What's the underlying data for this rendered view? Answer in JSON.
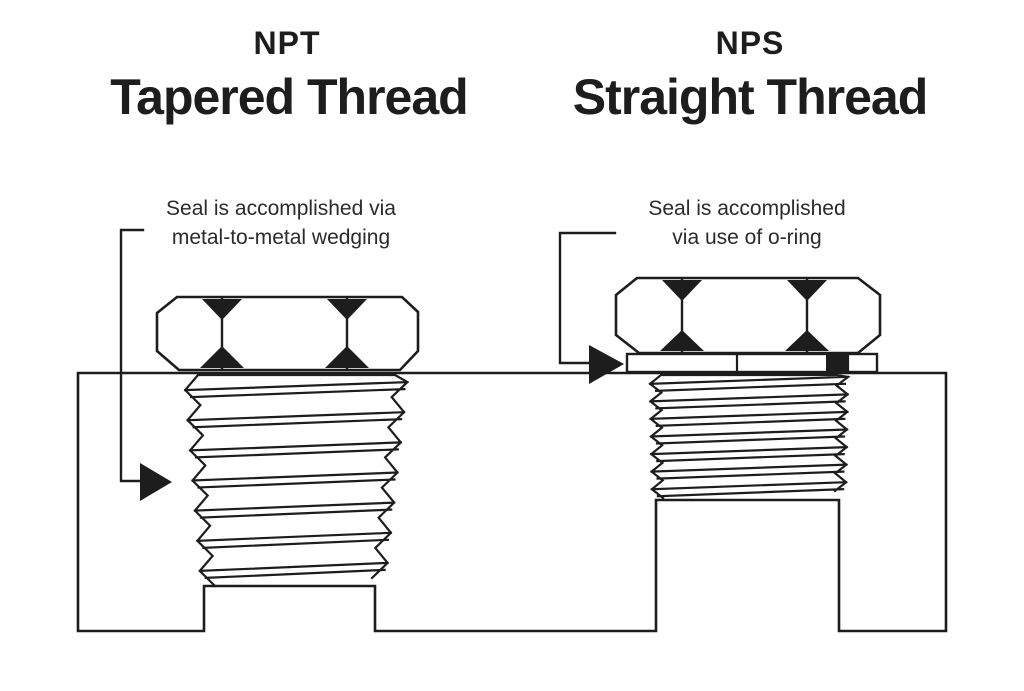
{
  "colors": {
    "background": "#ffffff",
    "line_ink": "#1d1d1d",
    "annotation_ink": "#2b2b2b",
    "seal_fill": "#1d1d1d"
  },
  "left_column": {
    "standard": "NPT",
    "title": "Tapered Thread",
    "annotation": {
      "line1": "Seal is accomplished via",
      "line2": "metal-to-metal wedging"
    }
  },
  "right_column": {
    "standard": "NPS",
    "title": "Straight Thread",
    "annotation": {
      "line1": "Seal is accomplished",
      "line2": "via use of o-ring"
    }
  },
  "diagram": {
    "left_fitting": {
      "kind": "tapered-thread-plug",
      "thread_count": 7,
      "tapered": true,
      "seal_method": "metal-to-metal wedging"
    },
    "right_fitting": {
      "kind": "straight-thread-plug",
      "thread_count": 7,
      "tapered": false,
      "seal_method": "o-ring"
    }
  }
}
